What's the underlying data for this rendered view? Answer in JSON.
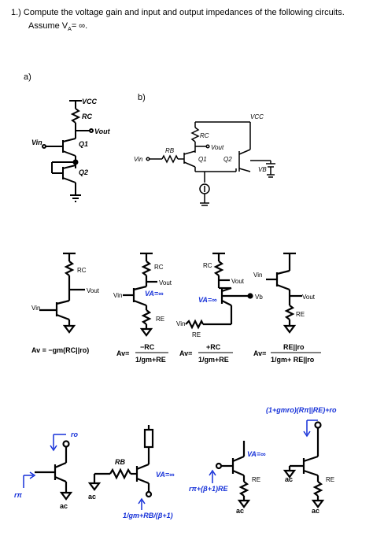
{
  "question": {
    "line1": "1.) Compute the voltage gain and input and output impedances of the following circuits.",
    "line2": "Assume V",
    "line2_sub": "A",
    "line2_end": "= ∞."
  },
  "parts": {
    "a": "a)",
    "b": "b)"
  },
  "circuit_a": {
    "vcc": "VCC",
    "rc": "RC",
    "vout": "Vout",
    "vin": "Vin",
    "q1": "Q1",
    "q2": "Q2"
  },
  "circuit_b": {
    "vcc": "VCC",
    "rc": "RC",
    "rb": "RB",
    "vout": "Vout",
    "vin": "Vin",
    "q1": "Q1",
    "q2": "Q2",
    "vb": "VB"
  },
  "sub1": {
    "rc": "RC",
    "vout": "Vout",
    "vin": "Vin",
    "formula": "Av = −gm(RC||ro)"
  },
  "sub2": {
    "rc": "RC",
    "vout": "Vout",
    "vin": "Vin",
    "va": "VA=∞",
    "re": "RE",
    "lhs": "Av=",
    "num": "−RC",
    "den": "1/gm+RE"
  },
  "sub3": {
    "rc": "RC",
    "vout": "Vout",
    "vin": "Vin",
    "va": "VA=∞",
    "vb": "Vb",
    "re": "RE",
    "lhs": "Av=",
    "num": "+RC",
    "den": "1/gm+RE"
  },
  "sub4": {
    "vin": "Vin",
    "vout": "Vout",
    "re": "RE",
    "lhs": "Av=",
    "num": "RE||ro",
    "den": "1/gm+ RE||ro"
  },
  "imp1": {
    "ro": "ro",
    "rpi": "rπ",
    "ac": "ac"
  },
  "imp2": {
    "rb": "RB",
    "va": "VA=∞",
    "ac": "ac",
    "formula": "1/gm+RB/(β+1)"
  },
  "imp3": {
    "va": "VA=∞",
    "re": "RE",
    "ac": "ac",
    "formula": "rπ+(β+1)RE"
  },
  "imp4": {
    "formula": "(1+gmro)(Rπ||RE)+ro",
    "ac1": "ac",
    "ac2": "ac",
    "re": "RE"
  },
  "colors": {
    "annotation": "#1530d8",
    "ink": "#000000"
  }
}
